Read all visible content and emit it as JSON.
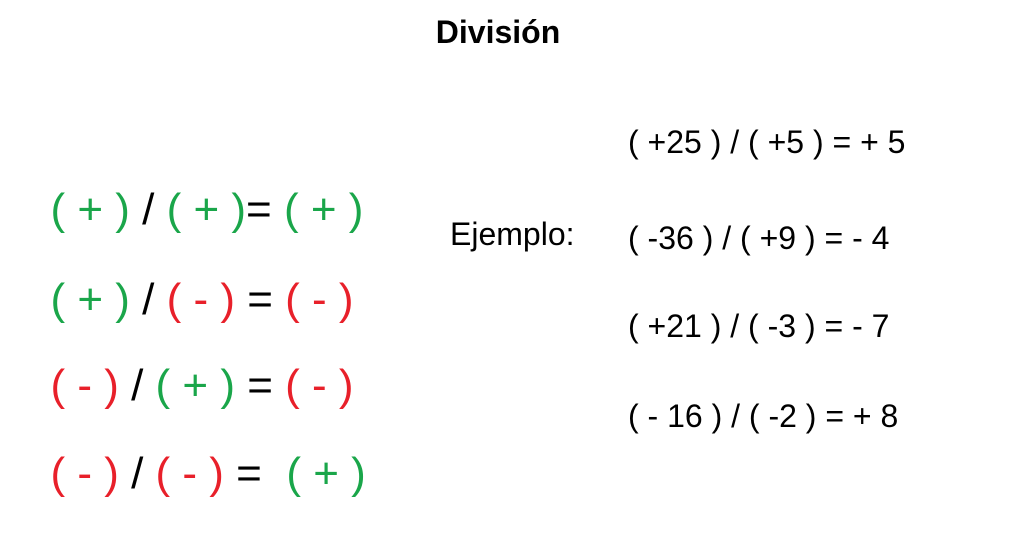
{
  "title": "División",
  "colors": {
    "plus": "#1aa64a",
    "minus": "#e8202a",
    "text": "#000000"
  },
  "rules": [
    {
      "left": "( + )",
      "left_sign": "plus",
      "op": " / ",
      "right": "( + )",
      "right_sign": "plus",
      "eq": "= ",
      "result": "( + )",
      "result_sign": "plus"
    },
    {
      "left": "( + )",
      "left_sign": "plus",
      "op": " / ",
      "right": "( - )",
      "right_sign": "minus",
      "eq": " = ",
      "result": "( - )",
      "result_sign": "minus"
    },
    {
      "left": "( - )",
      "left_sign": "minus",
      "op": " / ",
      "right": "( + )",
      "right_sign": "plus",
      "eq": " = ",
      "result": "( - )",
      "result_sign": "minus"
    },
    {
      "left": "( - )",
      "left_sign": "minus",
      "op": " / ",
      "right": "( - )",
      "right_sign": "minus",
      "eq": " =  ",
      "result": "( + )",
      "result_sign": "plus"
    }
  ],
  "example_label": "Ejemplo:",
  "examples": [
    "( +25 ) / ( +5 ) = + 5",
    "( -36 ) / ( +9 ) = - 4",
    "( +21 ) / ( -3 ) = - 7",
    "( - 16 ) / ( -2 ) = + 8"
  ]
}
